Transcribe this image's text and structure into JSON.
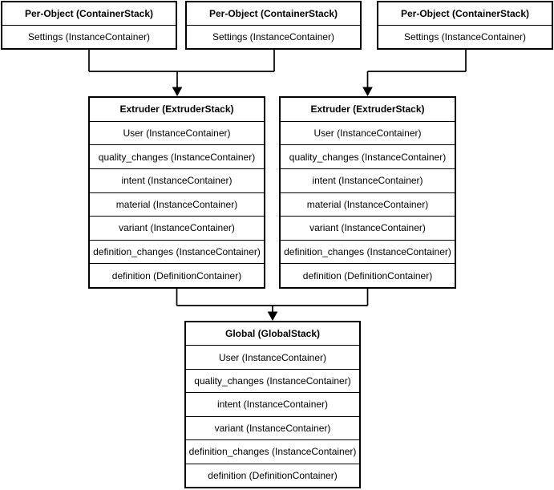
{
  "stacks": {
    "per_object": [
      {
        "title": "Per-Object (ContainerStack)",
        "rows": [
          "Settings (InstanceContainer)"
        ]
      },
      {
        "title": "Per-Object (ContainerStack)",
        "rows": [
          "Settings (InstanceContainer)"
        ]
      },
      {
        "title": "Per-Object (ContainerStack)",
        "rows": [
          "Settings (InstanceContainer)"
        ]
      }
    ],
    "extruders": [
      {
        "title": "Extruder (ExtruderStack)",
        "rows": [
          "User (InstanceContainer)",
          "quality_changes (InstanceContainer)",
          "intent (InstanceContainer)",
          "material (InstanceContainer)",
          "variant (InstanceContainer)",
          "definition_changes (InstanceContainer)",
          "definition (DefinitionContainer)"
        ]
      },
      {
        "title": "Extruder (ExtruderStack)",
        "rows": [
          "User (InstanceContainer)",
          "quality_changes (InstanceContainer)",
          "intent (InstanceContainer)",
          "material (InstanceContainer)",
          "variant (InstanceContainer)",
          "definition_changes (InstanceContainer)",
          "definition (DefinitionContainer)"
        ]
      }
    ],
    "global": {
      "title": "Global (GlobalStack)",
      "rows": [
        "User (InstanceContainer)",
        "quality_changes (InstanceContainer)",
        "intent (InstanceContainer)",
        "variant (InstanceContainer)",
        "definition_changes (InstanceContainer)",
        "definition (DefinitionContainer)"
      ]
    },
    "colors": {
      "line": "#000000",
      "box_background": "#ffffff",
      "text": "#000000"
    }
  }
}
